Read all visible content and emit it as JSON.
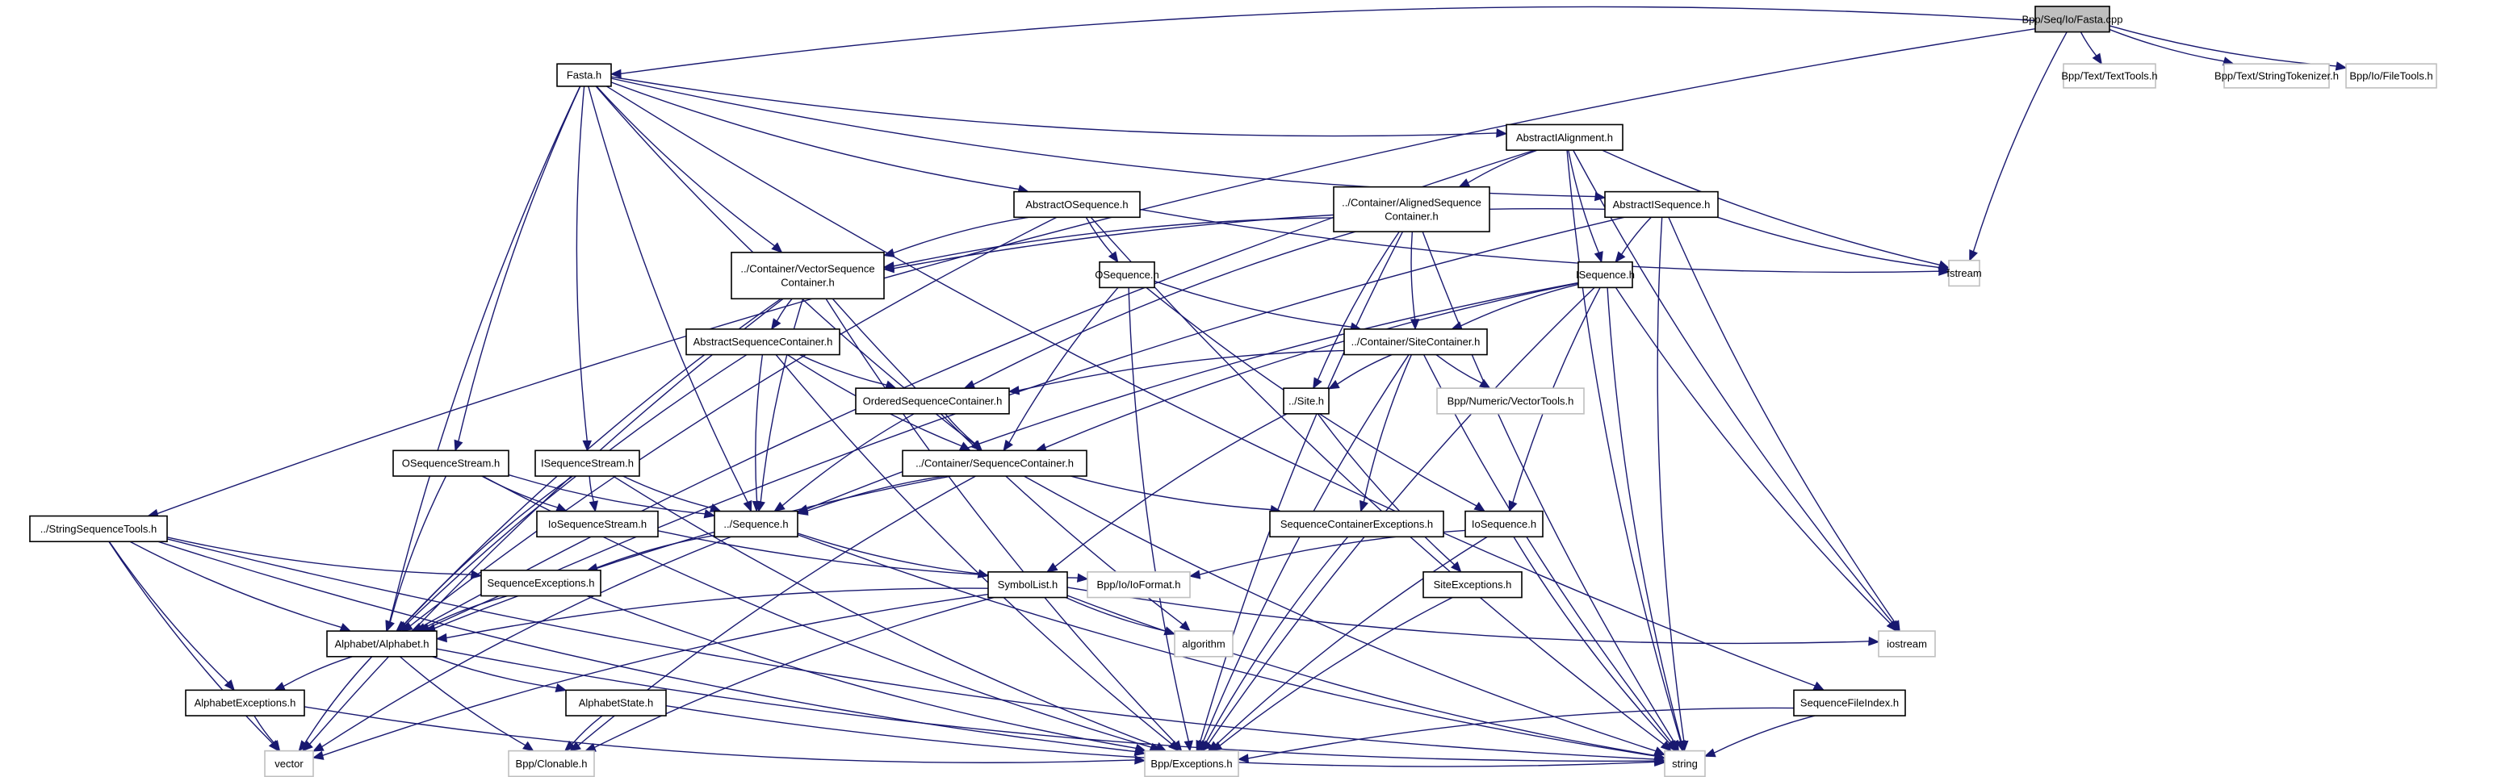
{
  "title": "Include dependency graph for Bpp/Seq/Io/Fasta.cpp",
  "colors": {
    "edge": "#191970",
    "root_fill": "#bfbfbf",
    "node_border": "#000000",
    "external_border": "#bfbfbf"
  },
  "nodes": [
    {
      "id": "fasta_cpp",
      "label": "Bpp/Seq/Io/Fasta.cpp",
      "kind": "root"
    },
    {
      "id": "fasta_h",
      "label": "Fasta.h",
      "kind": "local"
    },
    {
      "id": "texttools",
      "label": "Bpp/Text/TextTools.h",
      "kind": "external"
    },
    {
      "id": "stringtokenizer",
      "label": "Bpp/Text/StringTokenizer.h",
      "kind": "external"
    },
    {
      "id": "filetools",
      "label": "Bpp/Io/FileTools.h",
      "kind": "external"
    },
    {
      "id": "abstractialignment",
      "label": "AbstractIAlignment.h",
      "kind": "local"
    },
    {
      "id": "abstractosequence",
      "label": "AbstractOSequence.h",
      "kind": "local"
    },
    {
      "id": "alignedseqcont",
      "label": "../Container/AlignedSequence\nContainer.h",
      "kind": "local"
    },
    {
      "id": "abstractisequence",
      "label": "AbstractISequence.h",
      "kind": "local"
    },
    {
      "id": "fstream",
      "label": "fstream",
      "kind": "external"
    },
    {
      "id": "vectorseqcont",
      "label": "../Container/VectorSequence\nContainer.h",
      "kind": "local"
    },
    {
      "id": "osequence",
      "label": "OSequence.h",
      "kind": "local"
    },
    {
      "id": "isequence",
      "label": "ISequence.h",
      "kind": "local"
    },
    {
      "id": "abstractseqcont",
      "label": "AbstractSequenceContainer.h",
      "kind": "local"
    },
    {
      "id": "sitecontainer",
      "label": "../Container/SiteContainer.h",
      "kind": "local"
    },
    {
      "id": "orderedseqcont",
      "label": "OrderedSequenceContainer.h",
      "kind": "local"
    },
    {
      "id": "site",
      "label": "../Site.h",
      "kind": "local"
    },
    {
      "id": "vectortools",
      "label": "Bpp/Numeric/VectorTools.h",
      "kind": "external"
    },
    {
      "id": "osequencestream",
      "label": "OSequenceStream.h",
      "kind": "local"
    },
    {
      "id": "isequencestream",
      "label": "ISequenceStream.h",
      "kind": "local"
    },
    {
      "id": "seqcontainer",
      "label": "../Container/SequenceContainer.h",
      "kind": "local"
    },
    {
      "id": "stringseqtools",
      "label": "../StringSequenceTools.h",
      "kind": "local"
    },
    {
      "id": "iosequencestream",
      "label": "IoSequenceStream.h",
      "kind": "local"
    },
    {
      "id": "sequence",
      "label": "../Sequence.h",
      "kind": "local"
    },
    {
      "id": "seqcontexceptions",
      "label": "SequenceContainerExceptions.h",
      "kind": "local"
    },
    {
      "id": "iosequence",
      "label": "IoSequence.h",
      "kind": "local"
    },
    {
      "id": "seqexceptions",
      "label": "SequenceExceptions.h",
      "kind": "local"
    },
    {
      "id": "symbollist",
      "label": "SymbolList.h",
      "kind": "local"
    },
    {
      "id": "ioformat",
      "label": "Bpp/Io/IoFormat.h",
      "kind": "external"
    },
    {
      "id": "siteexceptions",
      "label": "SiteExceptions.h",
      "kind": "local"
    },
    {
      "id": "alphabet",
      "label": "Alphabet/Alphabet.h",
      "kind": "local"
    },
    {
      "id": "algorithm",
      "label": "algorithm",
      "kind": "external"
    },
    {
      "id": "iostream",
      "label": "iostream",
      "kind": "external"
    },
    {
      "id": "alphabetexceptions",
      "label": "AlphabetExceptions.h",
      "kind": "local"
    },
    {
      "id": "alphabetstate",
      "label": "AlphabetState.h",
      "kind": "local"
    },
    {
      "id": "seqfileindex",
      "label": "SequenceFileIndex.h",
      "kind": "local"
    },
    {
      "id": "vector",
      "label": "vector",
      "kind": "external"
    },
    {
      "id": "clonable",
      "label": "Bpp/Clonable.h",
      "kind": "external"
    },
    {
      "id": "exceptions",
      "label": "Bpp/Exceptions.h",
      "kind": "external"
    },
    {
      "id": "string",
      "label": "string",
      "kind": "external"
    }
  ],
  "edges": [
    [
      "fasta_cpp",
      "fasta_h"
    ],
    [
      "fasta_cpp",
      "texttools"
    ],
    [
      "fasta_cpp",
      "stringtokenizer"
    ],
    [
      "fasta_cpp",
      "filetools"
    ],
    [
      "fasta_cpp",
      "fstream"
    ],
    [
      "fasta_cpp",
      "stringseqtools"
    ],
    [
      "fasta_h",
      "abstractialignment"
    ],
    [
      "fasta_h",
      "abstractosequence"
    ],
    [
      "fasta_h",
      "abstractisequence"
    ],
    [
      "fasta_h",
      "vectorseqcont"
    ],
    [
      "fasta_h",
      "seqcontainer"
    ],
    [
      "fasta_h",
      "osequencestream"
    ],
    [
      "fasta_h",
      "isequencestream"
    ],
    [
      "fasta_h",
      "sequence"
    ],
    [
      "fasta_h",
      "alphabet"
    ],
    [
      "fasta_h",
      "seqfileindex"
    ],
    [
      "abstractialignment",
      "alignedseqcont"
    ],
    [
      "abstractialignment",
      "isequence"
    ],
    [
      "abstractialignment",
      "fstream"
    ],
    [
      "abstractialignment",
      "alphabet"
    ],
    [
      "abstractialignment",
      "iostream"
    ],
    [
      "abstractialignment",
      "string"
    ],
    [
      "abstractosequence",
      "osequence"
    ],
    [
      "abstractosequence",
      "vectorseqcont"
    ],
    [
      "abstractosequence",
      "alphabet"
    ],
    [
      "abstractosequence",
      "fstream"
    ],
    [
      "abstractosequence",
      "string"
    ],
    [
      "alignedseqcont",
      "vectorseqcont"
    ],
    [
      "alignedseqcont",
      "sitecontainer"
    ],
    [
      "alignedseqcont",
      "site"
    ],
    [
      "alignedseqcont",
      "orderedseqcont"
    ],
    [
      "alignedseqcont",
      "exceptions"
    ],
    [
      "alignedseqcont",
      "string"
    ],
    [
      "abstractisequence",
      "isequence"
    ],
    [
      "abstractisequence",
      "vectorseqcont"
    ],
    [
      "abstractisequence",
      "fstream"
    ],
    [
      "abstractisequence",
      "alphabet"
    ],
    [
      "abstractisequence",
      "iostream"
    ],
    [
      "abstractisequence",
      "string"
    ],
    [
      "vectorseqcont",
      "abstractseqcont"
    ],
    [
      "vectorseqcont",
      "sequence"
    ],
    [
      "vectorseqcont",
      "alphabet"
    ],
    [
      "vectorseqcont",
      "vector"
    ],
    [
      "vectorseqcont",
      "algorithm"
    ],
    [
      "vectorseqcont",
      "exceptions"
    ],
    [
      "osequence",
      "sitecontainer"
    ],
    [
      "osequence",
      "seqcontainer"
    ],
    [
      "osequence",
      "iosequence"
    ],
    [
      "osequence",
      "exceptions"
    ],
    [
      "isequence",
      "sitecontainer"
    ],
    [
      "isequence",
      "seqcontainer"
    ],
    [
      "isequence",
      "sequence"
    ],
    [
      "isequence",
      "iosequence"
    ],
    [
      "isequence",
      "exceptions"
    ],
    [
      "isequence",
      "iostream"
    ],
    [
      "isequence",
      "string"
    ],
    [
      "abstractseqcont",
      "orderedseqcont"
    ],
    [
      "abstractseqcont",
      "seqcontainer"
    ],
    [
      "abstractseqcont",
      "sequence"
    ],
    [
      "abstractseqcont",
      "alphabet"
    ],
    [
      "abstractseqcont",
      "exceptions"
    ],
    [
      "sitecontainer",
      "orderedseqcont"
    ],
    [
      "sitecontainer",
      "site"
    ],
    [
      "sitecontainer",
      "vectortools"
    ],
    [
      "sitecontainer",
      "seqcontexceptions"
    ],
    [
      "sitecontainer",
      "exceptions"
    ],
    [
      "sitecontainer",
      "string"
    ],
    [
      "orderedseqcont",
      "seqcontainer"
    ],
    [
      "orderedseqcont",
      "sequence"
    ],
    [
      "site",
      "symbollist"
    ],
    [
      "site",
      "siteexceptions"
    ],
    [
      "osequencestream",
      "iosequencestream"
    ],
    [
      "osequencestream",
      "sequence"
    ],
    [
      "osequencestream",
      "alphabet"
    ],
    [
      "osequencestream",
      "exceptions"
    ],
    [
      "isequencestream",
      "iosequencestream"
    ],
    [
      "isequencestream",
      "sequence"
    ],
    [
      "isequencestream",
      "alphabet"
    ],
    [
      "isequencestream",
      "exceptions"
    ],
    [
      "seqcontainer",
      "sequence"
    ],
    [
      "seqcontainer",
      "seqcontexceptions"
    ],
    [
      "seqcontainer",
      "alphabet"
    ],
    [
      "seqcontainer",
      "clonable"
    ],
    [
      "seqcontainer",
      "string"
    ],
    [
      "stringseqtools",
      "seqexceptions"
    ],
    [
      "stringseqtools",
      "alphabet"
    ],
    [
      "stringseqtools",
      "alphabetexceptions"
    ],
    [
      "stringseqtools",
      "vector"
    ],
    [
      "stringseqtools",
      "exceptions"
    ],
    [
      "stringseqtools",
      "string"
    ],
    [
      "iosequencestream",
      "ioformat"
    ],
    [
      "sequence",
      "seqexceptions"
    ],
    [
      "sequence",
      "symbollist"
    ],
    [
      "sequence",
      "vector"
    ],
    [
      "sequence",
      "string"
    ],
    [
      "seqcontexceptions",
      "exceptions"
    ],
    [
      "iosequence",
      "ioformat"
    ],
    [
      "iosequence",
      "exceptions"
    ],
    [
      "iosequence",
      "string"
    ],
    [
      "seqexceptions",
      "alphabet"
    ],
    [
      "seqexceptions",
      "exceptions"
    ],
    [
      "symbollist",
      "alphabet"
    ],
    [
      "symbollist",
      "algorithm"
    ],
    [
      "symbollist",
      "iostream"
    ],
    [
      "symbollist",
      "vector"
    ],
    [
      "symbollist",
      "clonable"
    ],
    [
      "symbollist",
      "string"
    ],
    [
      "siteexceptions",
      "exceptions"
    ],
    [
      "alphabet",
      "alphabetexceptions"
    ],
    [
      "alphabet",
      "alphabetstate"
    ],
    [
      "alphabet",
      "vector"
    ],
    [
      "alphabet",
      "clonable"
    ],
    [
      "alphabet",
      "string"
    ],
    [
      "alphabetexceptions",
      "vector"
    ],
    [
      "alphabetexceptions",
      "exceptions"
    ],
    [
      "alphabetstate",
      "clonable"
    ],
    [
      "alphabetstate",
      "string"
    ],
    [
      "seqfileindex",
      "exceptions"
    ],
    [
      "seqfileindex",
      "string"
    ]
  ]
}
